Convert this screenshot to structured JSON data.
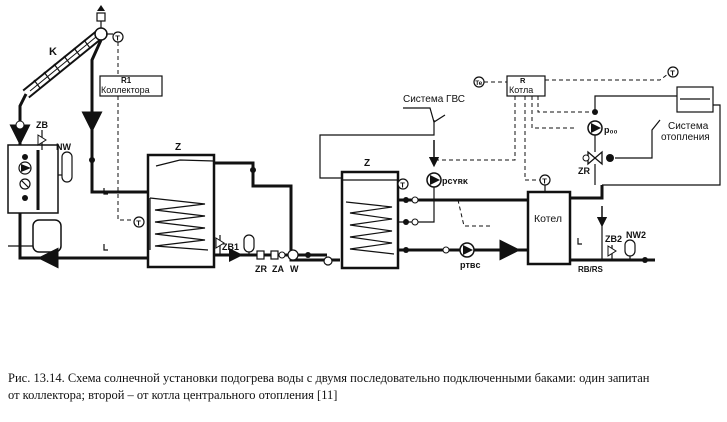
{
  "labels": {
    "collector": "K",
    "r1": "R1",
    "r1_text": "Коллектора",
    "r": "R",
    "r_text": "Котла",
    "zb": "ZB",
    "nw": "NW",
    "z_left": "Z",
    "z_right": "Z",
    "zb1": "ZB1",
    "zr_bottom": "ZR",
    "za": "ZA",
    "w": "W",
    "dhw_system": "Система ГВС",
    "te": "Te",
    "t": "T",
    "p_co": "p₀₀",
    "p_cyrk": "pᴄʏʀᴋ",
    "p_gvs": "pᴛʙᴄ",
    "zr_right": "ZR",
    "heating_system_1": "Система",
    "heating_system_2": "отопления",
    "boiler": "Котел",
    "zb2": "ZB2",
    "nw2": "NW2",
    "rb_rs": "RB/RS"
  },
  "caption": {
    "line1": "Рис. 13.14. Схема солнечной установки подогрева воды с двумя последовательно подключенными баками: один запитан",
    "line2": "от коллектора; второй – от котла центрального отопления [11]"
  }
}
